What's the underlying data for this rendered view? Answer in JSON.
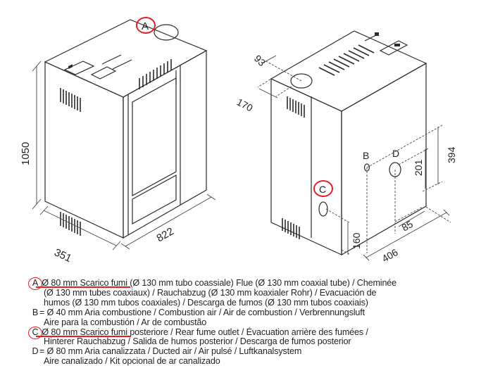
{
  "front_view": {
    "callout": "A",
    "dim_height": "1050",
    "dim_depth": "351",
    "dim_width": "822"
  },
  "rear_view": {
    "dim_93": "93",
    "dim_170": "170",
    "label_b": "B",
    "label_d": "D",
    "callout_c": "C",
    "dim_394": "394",
    "dim_201": "201",
    "dim_85": "85",
    "dim_160": "160",
    "dim_406": "406"
  },
  "legend": [
    {
      "key": "A",
      "circled": true,
      "underlined": "Ø 80 mm Scarico fumi",
      "text": " (Ø 130 mm tubo coassiale) Flue (Ø 130 mm coaxial tube) / Cheminée"
    },
    {
      "text": "(Ø 130 mm tubes coaxiaux) / Rauchabzug (Ø 130 mm koaxialer Rohr) / Evacuación de"
    },
    {
      "text": "humos (Ø 130 mm tubos coaxiales) / Descarga de fumos (Ø 130 mm tubos coaxiais)"
    },
    {
      "key": "B",
      "circled": false,
      "text": "= Ø 40 mm  Aria combustione / Combustion air / Air de combustion / Verbrennungsluft"
    },
    {
      "text": "Aire para la combustión / Ar de combustão"
    },
    {
      "key": "C",
      "circled": true,
      "underlined": "Ø 80 mm Scarico fumi",
      "text": " posteriore / Rear fume outlet / Évacuation arrière des fumées /"
    },
    {
      "text": "Hinterer Rauchabzug / Salida de humos posterior / Descarga de fumos posterior"
    },
    {
      "key": "D",
      "circled": false,
      "text": "= Ø 80 mm  Aria canalizzata / Ducted air / Air pulsé / Luftkanalsystem"
    },
    {
      "text": "Aire canalizado / Kit opcional de ar canalizado"
    }
  ]
}
